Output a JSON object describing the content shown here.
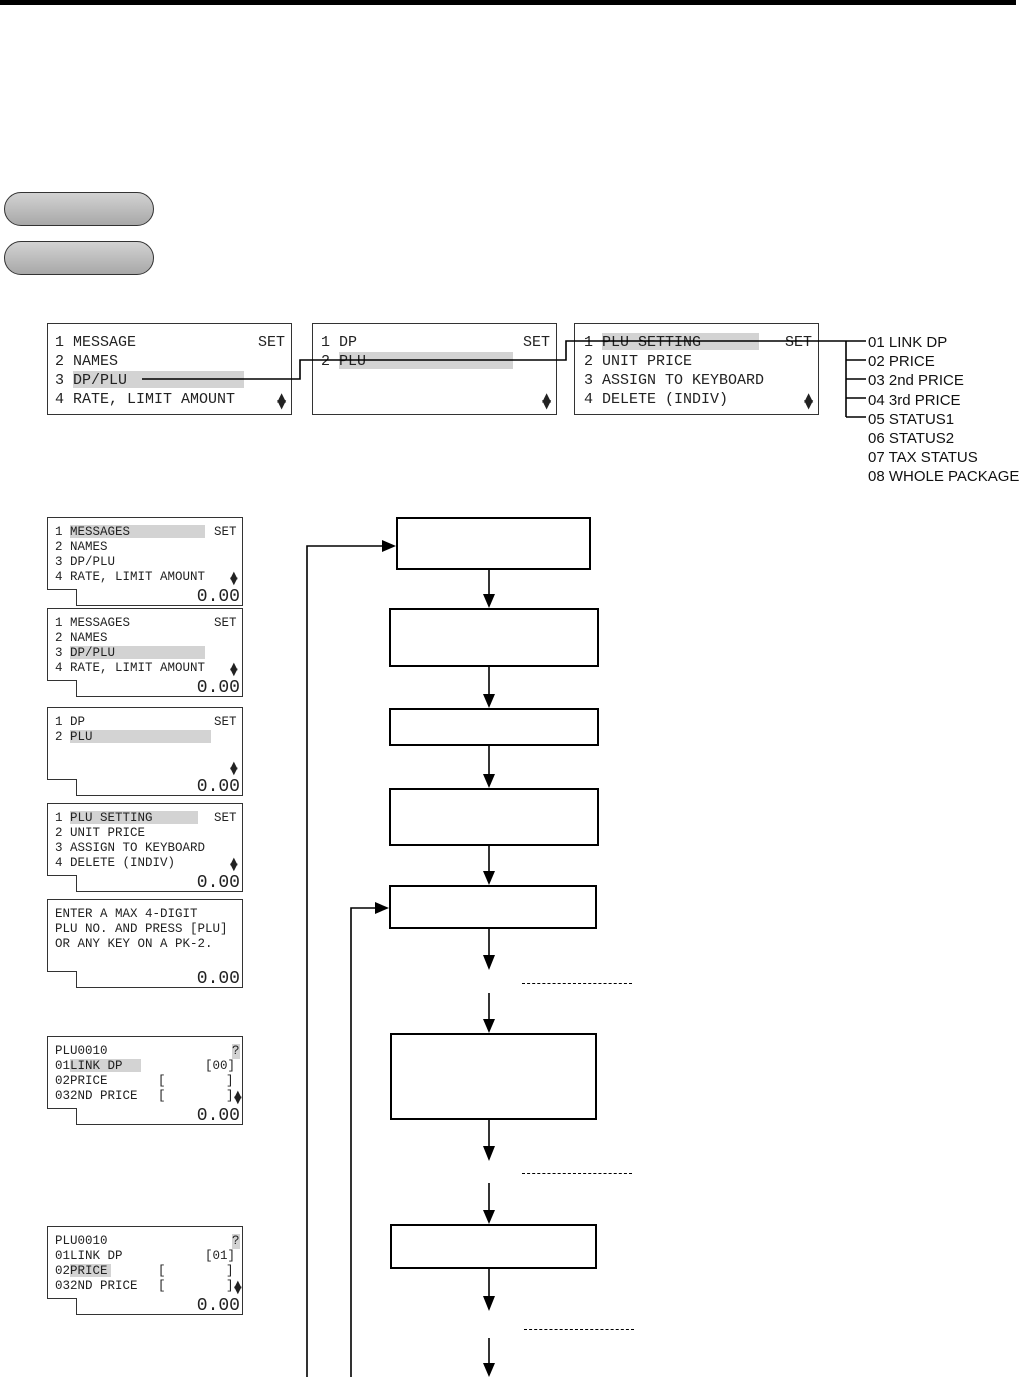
{
  "menu": {
    "main": {
      "rows": [
        "1 MESSAGE",
        "2 NAMES",
        "3 DP/PLU",
        "4 RATE, LIMIT AMOUNT"
      ],
      "set_label": "SET"
    },
    "dp_plu": {
      "rows": [
        "1 DP",
        "2 PLU"
      ],
      "set_label": "SET"
    },
    "plu": {
      "rows": [
        "1 PLU SETTING",
        "2 UNIT PRICE",
        "3 ASSIGN TO KEYBOARD",
        "4 DELETE (INDIV)"
      ],
      "set_label": "SET"
    },
    "plu_setting_items": [
      "01 LINK DP",
      "02 PRICE",
      "03 2nd PRICE",
      "04 3rd PRICE",
      "05 STATUS1",
      "06 STATUS2",
      "07 TAX STATUS",
      "08 WHOLE PACKAGE"
    ]
  },
  "screens": [
    {
      "rows": [
        "1 MESSAGES",
        "2 NAMES",
        "3 DP/PLU",
        "4 RATE, LIMIT AMOUNT"
      ],
      "set_label": "SET",
      "amount": "0.00"
    },
    {
      "rows": [
        "1 MESSAGES",
        "2 NAMES",
        "3 DP/PLU",
        "4 RATE, LIMIT AMOUNT"
      ],
      "set_label": "SET",
      "amount": "0.00"
    },
    {
      "rows": [
        "1 DP",
        "2 PLU"
      ],
      "set_label": "SET",
      "amount": "0.00"
    },
    {
      "rows": [
        "1 PLU SETTING",
        "2 UNIT PRICE",
        "3 ASSIGN TO KEYBOARD",
        "4 DELETE (INDIV)"
      ],
      "set_label": "SET",
      "amount": "0.00"
    },
    {
      "rows": [
        "ENTER A MAX 4-DIGIT",
        "PLU NO. AND PRESS [PLU]",
        "OR ANY KEY ON A PK-2."
      ],
      "amount": "0.00"
    },
    {
      "rows": [
        "PLU0010",
        "01LINK DP",
        "02PRICE",
        "032ND PRICE"
      ],
      "q": "?",
      "values": [
        "[00]",
        "[",
        "]",
        "[",
        "]"
      ],
      "amount": "0.00"
    },
    {
      "rows": [
        "PLU0010",
        "01LINK DP",
        "02PRICE",
        "032ND PRICE"
      ],
      "q": "?",
      "values": [
        "[01]",
        "[",
        "]",
        "[",
        "]"
      ],
      "amount": "0.00"
    }
  ]
}
